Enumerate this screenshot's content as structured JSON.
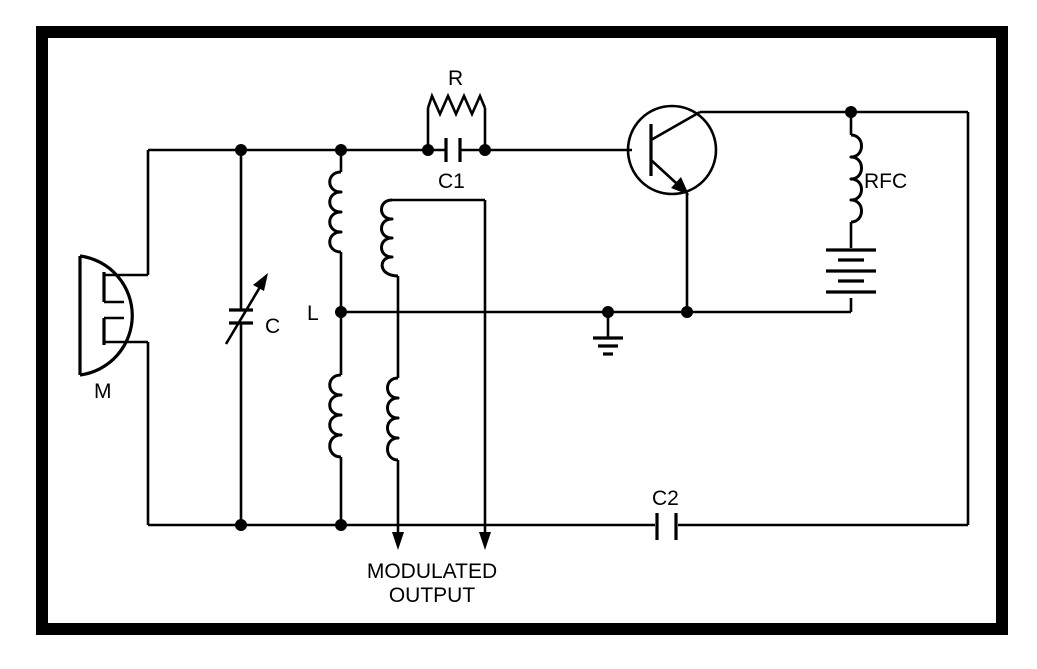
{
  "diagram": {
    "components": {
      "microphone": "M",
      "tuning_capacitor": "C",
      "inductor": "L",
      "resistor": "R",
      "capacitor_1": "C1",
      "capacitor_2": "C2",
      "choke": "RFC",
      "output_line_1": "MODULATED",
      "output_line_2": "OUTPUT"
    },
    "icons": [
      "microphone-icon",
      "variable-capacitor-icon",
      "coil-icon",
      "resistor-icon",
      "capacitor-icon",
      "transistor-icon",
      "battery-icon",
      "ground-icon",
      "arrow-down-icon"
    ],
    "colors": {
      "line": "#000000",
      "background": "#ffffff"
    }
  }
}
